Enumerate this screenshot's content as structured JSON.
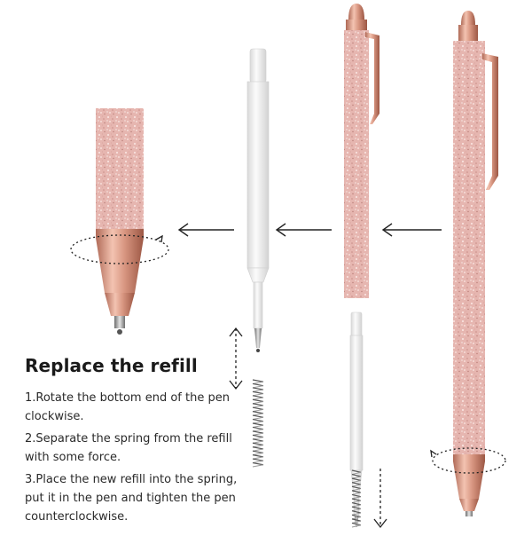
{
  "instructions": {
    "title": "Replace the refill",
    "steps": [
      "1.Rotate the bottom end of the pen clockwise.",
      "2.Separate the spring from the refill with some force.",
      "3.Place the new refill into the spring, put it in the pen and tighten the pen counterclockwise."
    ]
  },
  "icons": {
    "arrows": [
      "arrow-left-icon",
      "arrow-left-icon",
      "arrow-left-icon",
      "double-arrow-vertical-icon",
      "arrow-down-icon"
    ],
    "rotation": [
      "rotation-ellipse-icon",
      "rotation-ellipse-icon"
    ]
  },
  "colors": {
    "glitter_base": "#e8b9b3",
    "rose_gold": "#d79782",
    "rose_gold_dark": "#a8624f",
    "refill_white": "#f2f2f2",
    "text": "#222222"
  }
}
